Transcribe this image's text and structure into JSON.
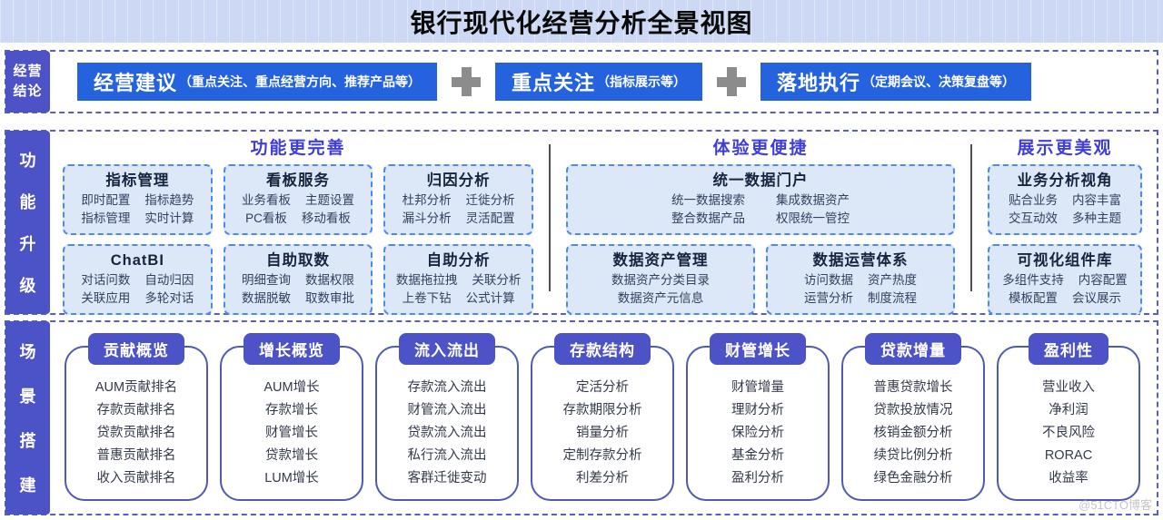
{
  "page": {
    "title": "银行现代化经营分析全景视图",
    "watermark": "@51CTO博客"
  },
  "colors": {
    "accent_indigo": "#4b53c6",
    "accent_blue": "#2563de",
    "title_band_bg": "#cdd9f4",
    "card_bg": "#dce7f8",
    "card_dashed_border": "#4e89f1",
    "section_dashed_border": "#575dc9",
    "group_header_text": "#3f3eda",
    "plus_gray": "#8c8c8c",
    "scene_card_border": "#5059b4"
  },
  "sections": {
    "conclusion": {
      "label": "经营结论",
      "label_lines": [
        "经营",
        "结论"
      ],
      "boxes": [
        {
          "title": "经营建议",
          "sub": "（重点关注、重点经营方向、推荐产品等）"
        },
        {
          "title": "重点关注",
          "sub": "（指标展示等）"
        },
        {
          "title": "落地执行",
          "sub": "（定期会议、决策复盘等）"
        }
      ]
    },
    "upgrade": {
      "label": "功能升级",
      "groups": [
        {
          "header": "功能更完善",
          "cards": [
            {
              "title": "指标管理",
              "rows": [
                [
                  "即时配置",
                  "指标趋势"
                ],
                [
                  "指标管理",
                  "实时计算"
                ]
              ]
            },
            {
              "title": "看板服务",
              "rows": [
                [
                  "业务看板",
                  "主题设置"
                ],
                [
                  "PC看板",
                  "移动看板"
                ]
              ]
            },
            {
              "title": "归因分析",
              "rows": [
                [
                  "杜邦分析",
                  "迁徙分析"
                ],
                [
                  "漏斗分析",
                  "灵活配置"
                ]
              ]
            },
            {
              "title": "ChatBI",
              "rows": [
                [
                  "对话问数",
                  "自动归因"
                ],
                [
                  "关联应用",
                  "多轮对话"
                ]
              ]
            },
            {
              "title": "自助取数",
              "rows": [
                [
                  "明细查询",
                  "数据权限"
                ],
                [
                  "数据脱敏",
                  "取数审批"
                ]
              ]
            },
            {
              "title": "自助分析",
              "rows": [
                [
                  "数据拖拉拽",
                  "关联分析"
                ],
                [
                  "上卷下钻",
                  "公式计算"
                ]
              ]
            }
          ]
        },
        {
          "header": "体验更便捷",
          "cards": [
            {
              "title": "统一数据门户",
              "wide": true,
              "rows": [
                [
                  "统一数据搜索",
                  "集成数据资产"
                ],
                [
                  "整合数据产品",
                  "权限统一管控"
                ]
              ]
            },
            {
              "title": "数据资产管理",
              "rows": [
                [
                  "数据资产分类目录"
                ],
                [
                  "数据资产元信息"
                ]
              ]
            },
            {
              "title": "数据运营体系",
              "rows": [
                [
                  "访问数据",
                  "资产热度"
                ],
                [
                  "运营分析",
                  "制度流程"
                ]
              ]
            }
          ]
        },
        {
          "header": "展示更美观",
          "cards": [
            {
              "title": "业务分析视角",
              "rows": [
                [
                  "贴合业务",
                  "内容丰富"
                ],
                [
                  "交互动效",
                  "多种主题"
                ]
              ]
            },
            {
              "title": "可视化组件库",
              "rows": [
                [
                  "多组件支持",
                  "内容配置"
                ],
                [
                  "模板配置",
                  "会议展示"
                ]
              ]
            }
          ]
        }
      ]
    },
    "scenes": {
      "label": "场景搭建",
      "cards": [
        {
          "title": "贡献概览",
          "items": [
            "AUM贡献排名",
            "存款贡献排名",
            "贷款贡献排名",
            "普惠贡献排名",
            "收入贡献排名"
          ]
        },
        {
          "title": "增长概览",
          "items": [
            "AUM增长",
            "存款增长",
            "财管增长",
            "贷款增长",
            "LUM增长"
          ]
        },
        {
          "title": "流入流出",
          "items": [
            "存款流入流出",
            "财管流入流出",
            "贷款流入流出",
            "私行流入流出",
            "客群迁徙变动"
          ]
        },
        {
          "title": "存款结构",
          "items": [
            "定活分析",
            "存款期限分析",
            "销量分析",
            "定制存款分析",
            "利差分析"
          ]
        },
        {
          "title": "财管增长",
          "items": [
            "财管增量",
            "理财分析",
            "保险分析",
            "基金分析",
            "盈利分析"
          ]
        },
        {
          "title": "贷款增量",
          "items": [
            "普惠贷款增长",
            "贷款投放情况",
            "核销金额分析",
            "续贷比例分析",
            "绿色金融分析"
          ]
        },
        {
          "title": "盈利性",
          "items": [
            "营业收入",
            "净利润",
            "不良风险",
            "RORAC",
            "收益率"
          ]
        }
      ]
    }
  }
}
